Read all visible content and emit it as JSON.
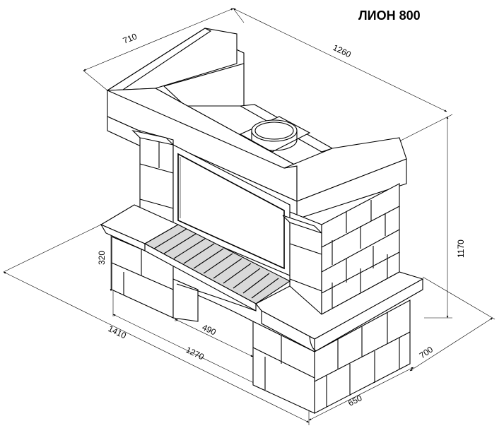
{
  "title": "ЛИОН 800",
  "dimensions": {
    "top_depth": "710",
    "top_width": "1260",
    "height": "1170",
    "hearth_height": "320",
    "base_width": "1410",
    "base_inner": "1270",
    "opening": "490",
    "right_depth": "700",
    "right_width": "650"
  }
}
